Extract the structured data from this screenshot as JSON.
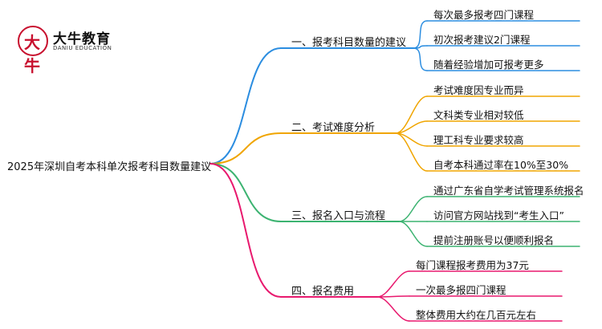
{
  "logo": {
    "mark_text": "大牛",
    "title": "大牛教育",
    "subtitle": "DANIU EDUCATION"
  },
  "root": {
    "label": "2025年深圳自考本科单次报考科目数量建议"
  },
  "branches": [
    {
      "label": "一、报考科目数量的建议",
      "color": "#2b8de0",
      "children": [
        "每次最多报考四门课程",
        "初次报考建议2门课程",
        "随着经验增加可报考更多"
      ]
    },
    {
      "label": "二、考试难度分析",
      "color": "#f0a500",
      "children": [
        "考试难度因专业而异",
        "文科类专业相对较低",
        "理工科专业要求较高",
        "自考本科通过率在10%至30%"
      ]
    },
    {
      "label": "三、报名入口与流程",
      "color": "#3cb371",
      "children": [
        "通过广东省自学考试管理系统报名",
        "访问官方网站找到“考生入口”",
        "提前注册账号以便顺利报名"
      ]
    },
    {
      "label": "四、报名费用",
      "color": "#e8196e",
      "children": [
        "每门课程报考费用为37元",
        "一次最多报四门课程",
        "整体费用大约在几百元左右"
      ]
    }
  ]
}
